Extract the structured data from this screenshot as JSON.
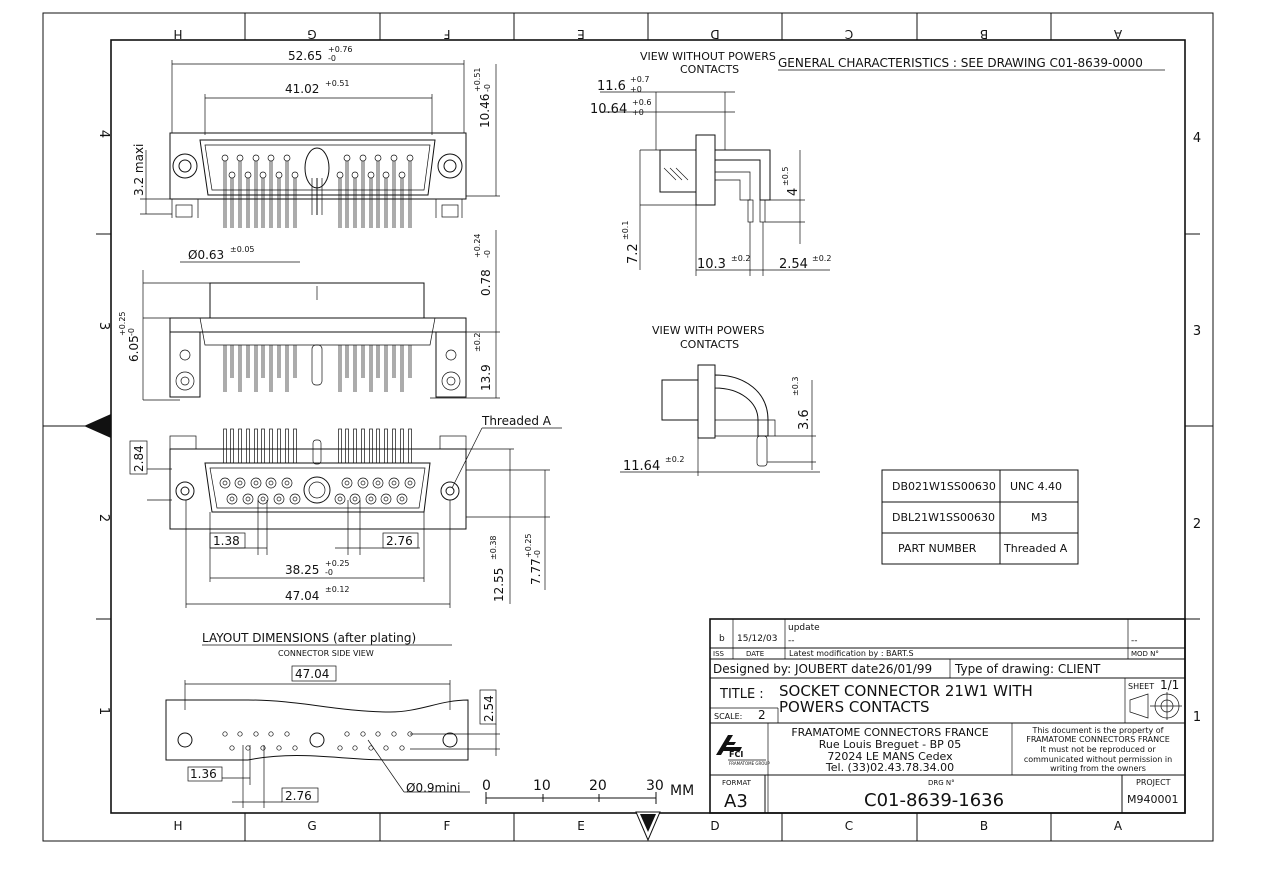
{
  "border": {
    "columns": [
      "H",
      "G",
      "F",
      "E",
      "D",
      "C",
      "B",
      "A"
    ],
    "rows": [
      "4",
      "3",
      "2",
      "1"
    ]
  },
  "views": {
    "without_powers": [
      "VIEW WITHOUT POWERS",
      "CONTACTS"
    ],
    "with_powers": [
      "VIEW WITH POWERS",
      "CONTACTS"
    ],
    "general": "GENERAL CHARACTERISTICS : SEE DRAWING C01-8639-0000"
  },
  "dims": {
    "top_width": "52.65",
    "top_width_tol": "+0.76",
    "top_width_tol2": "-0",
    "pitch_span": "41.02",
    "pitch_span_tol": "+0.51",
    "height_1046": "10.46",
    "height_1046_tol": "+0.51",
    "height_1046_tol2": "-0",
    "maxi": "3.2 maxi",
    "pin_dia": "Ø0.63",
    "pin_dia_tol": "±0.05",
    "d078": "0.78",
    "d078_tol": "+0.24",
    "d078_tol2": "-0",
    "d605": "6.05",
    "d605_tol": "+0.25",
    "d605_tol2": "-0",
    "d139": "13.9",
    "d139_tol": "±0.2",
    "threaded": "Threaded A",
    "d284": "2.84",
    "d138": "1.38",
    "d276": "2.76",
    "d3825": "38.25",
    "d3825_tol": "+0.25",
    "d3825_tol2": "-0",
    "d4704": "47.04",
    "d4704_tol": "±0.12",
    "d1255": "12.55",
    "d1255_tol": "±0.38",
    "d777": "7.77",
    "d777_tol": "+0.25",
    "d777_tol2": "-0",
    "s116": "11.6",
    "s116_tol": "+0.7",
    "s116_tol2": "+0",
    "s1064": "10.64",
    "s1064_tol": "+0.6",
    "s1064_tol2": "+0",
    "s4": "4",
    "s4_tol": "±0.5",
    "s72": "7.2",
    "s72_tol": "±0.1",
    "s103": "10.3",
    "s103_tol": "±0.2",
    "s254": "2.54",
    "s254_tol": "±0.2",
    "s36": "3.6",
    "s36_tol": "±0.3",
    "s1164": "11.64",
    "s1164_tol": "±0.2"
  },
  "layout": {
    "title": "LAYOUT DIMENSIONS (after plating)",
    "subtitle": "CONNECTOR SIDE VIEW",
    "w4704": "47.04",
    "h254": "2.54",
    "l136": "1.36",
    "l276": "2.76",
    "hole": "Ø0.9mini"
  },
  "scale_bar": {
    "labels": [
      "0",
      "10",
      "20",
      "30"
    ],
    "unit": "MM"
  },
  "part_table": [
    {
      "part": "DB021W1SS00630",
      "thread": "UNC 4.40"
    },
    {
      "part": "DBL21W1SS00630",
      "thread": "M3"
    },
    {
      "part": "PART  NUMBER",
      "thread": "Threaded A"
    }
  ],
  "titleblock": {
    "rev_letter": "b",
    "rev_date": "15/12/03",
    "rev_desc": "update",
    "rev_dash": "--",
    "rev_mod": "--",
    "h_iss": "ISS",
    "h_date": "DATE",
    "h_mod": "Latest modification by :  BART.S",
    "h_modno": "MOD N°",
    "designed": "Designed by:  JOUBERT  date26/01/99",
    "type": "Type of drawing:    CLIENT",
    "title_label": "TITLE :",
    "title1": "SOCKET CONNECTOR 21W1 WITH",
    "title2": "POWERS CONTACTS",
    "sheet_label": "SHEET",
    "sheet_value": "1/1",
    "scale_label": "SCALE:",
    "scale_value": "2",
    "company": [
      "FRAMATOME CONNECTORS FRANCE",
      "Rue Louis Breguet - BP 05",
      "72024  LE MANS Cedex",
      "Tel. (33)02.43.78.34.00"
    ],
    "notice": [
      "This document is the property of",
      "FRAMATOME CONNECTORS FRANCE",
      "It must not be reproduced or",
      "communicated without permission in",
      "writing from the owners"
    ],
    "logo_text": "FCI",
    "logo_sub": "FRAMATOME GROUP",
    "format_label": "FORMAT",
    "format_value": "A3",
    "drg_label": "DRG N°",
    "drg_value": "C01-8639-1636",
    "project_label": "PROJECT",
    "project_value": "M940001"
  }
}
